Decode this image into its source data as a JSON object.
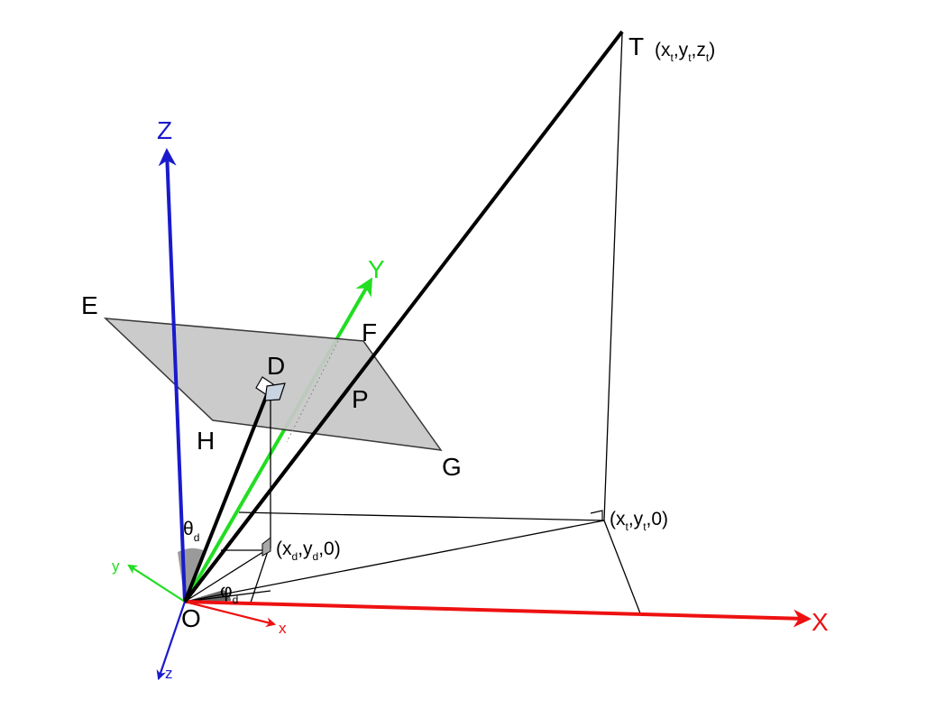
{
  "colors": {
    "z_axis": "#1a1acc",
    "y_axis": "#22dd22",
    "x_axis": "#ee1111",
    "plane_fill": "#c8c8c8",
    "line": "#000000"
  },
  "labels": {
    "Z_big": "Z",
    "Y_big": "Y",
    "X_big": "X",
    "z_small": "z",
    "y_small": "y",
    "x_small": "x",
    "E": "E",
    "F": "F",
    "G": "G",
    "H": "H",
    "D": "D",
    "P": "P",
    "T": "T",
    "O": "O",
    "theta": "θ",
    "theta_sub": "d",
    "phi": "φ",
    "phi_sub": "d"
  },
  "coords": {
    "T": {
      "open": "(x",
      "s1": "t",
      "c1": ",y",
      "s2": "t",
      "c2": ",z",
      "s3": "t",
      "close": ")"
    },
    "xy0_t": {
      "open": "(x",
      "s1": "t",
      "c1": ",y",
      "s2": "t",
      "close": ",0)"
    },
    "xy0_d": {
      "open": "(x",
      "s1": "d",
      "c1": ",y",
      "s2": "d",
      "close": ",0)"
    }
  },
  "icons": {
    "arrow": "arrowhead",
    "right_angle": "right-angle-marker"
  }
}
